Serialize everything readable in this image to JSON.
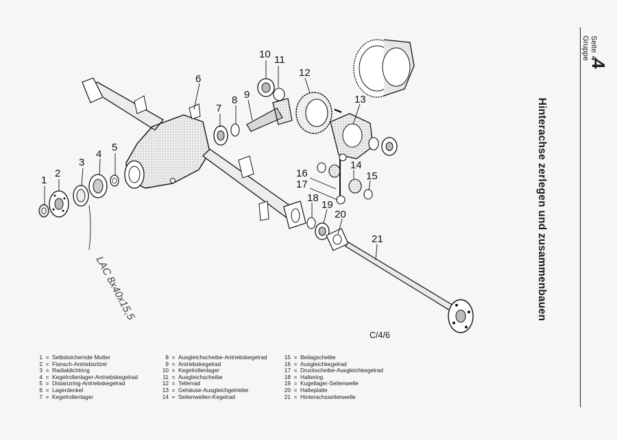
{
  "header": {
    "side_title": "Hinterachse zerlegen und zusammenbauen",
    "page_label": "Seite",
    "page_number": "4",
    "group_label": "Gruppe",
    "group_number": "4"
  },
  "figure": {
    "code": "C/4/6",
    "handwritten_note": "LAC 8x40x15,5"
  },
  "callouts": [
    "1",
    "2",
    "3",
    "4",
    "5",
    "6",
    "7",
    "8",
    "9",
    "10",
    "11",
    "12",
    "13",
    "14",
    "15",
    "16",
    "17",
    "18",
    "19",
    "20",
    "21"
  ],
  "legend": {
    "columns": [
      [
        {
          "num": "1",
          "text": "Selbstsichernde Mutter"
        },
        {
          "num": "2",
          "text": "Flansch-Antriebsritzel"
        },
        {
          "num": "3",
          "text": "Radialdichtring"
        },
        {
          "num": "4",
          "text": "Kegelrollenlager-Antriebskegelrad"
        },
        {
          "num": "5",
          "text": "Distanzring-Antriebskegelrad"
        },
        {
          "num": "6",
          "text": "Lagerdeckel"
        },
        {
          "num": "7",
          "text": "Kegelrollenlager"
        }
      ],
      [
        {
          "num": "8",
          "text": "Ausgleichscheibe-Antriebskegelrad"
        },
        {
          "num": "9",
          "text": "Antriebskegelrad"
        },
        {
          "num": "10",
          "text": "Kegelrollenlager"
        },
        {
          "num": "11",
          "text": "Ausgleichscheibe"
        },
        {
          "num": "12",
          "text": "Tellerrad"
        },
        {
          "num": "13",
          "text": "Gehäuse-Ausgleichgetriebe"
        },
        {
          "num": "14",
          "text": "Seitenwellen-Kegelrad"
        }
      ],
      [
        {
          "num": "15",
          "text": "Beilagscheibe"
        },
        {
          "num": "16",
          "text": "Ausgleichkegelrad"
        },
        {
          "num": "17",
          "text": "Druckscheibe-Ausgleichkegelrad"
        },
        {
          "num": "18",
          "text": "Haltering"
        },
        {
          "num": "19",
          "text": "Kugellager-Seitenwelle"
        },
        {
          "num": "20",
          "text": "Halteplatte"
        },
        {
          "num": "21",
          "text": "Hinterachsseitenwelle"
        }
      ]
    ]
  }
}
